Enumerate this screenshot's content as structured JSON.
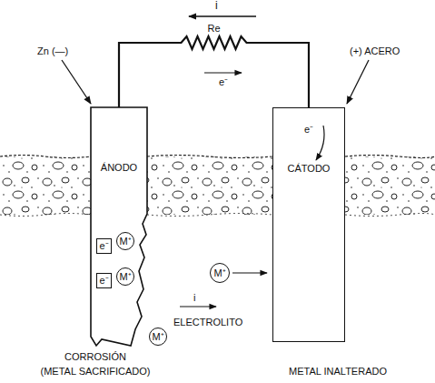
{
  "diagram": {
    "nodes": [
      {
        "text": [
          "ÁNODO"
        ]
      },
      {
        "text": [
          "e⁻"
        ],
        "in": 0
      },
      {
        "text": [
          "M⁺"
        ],
        "in": 0
      },
      {
        "text": [
          "e⁻"
        ],
        "in": 0
      },
      {
        "text": [
          "M⁺"
        ],
        "in": 0
      },
      {
        "text": [
          "M⁺"
        ]
      },
      {
        "text": [
          "M⁺"
        ]
      },
      {
        "text": [
          "CÁTODO"
        ]
      }
    ],
    "edges": [
      {
        "from": 0,
        "to": 7,
        "label": "Re",
        "arrow": "none"
      }
    ],
    "labels": [
      "i",
      "e⁻",
      "Zn (—)",
      "(+) ACERO",
      "i",
      "ELECTROLITO",
      "e⁻",
      "CORROSIÓN",
      "(METAL SACRIFICADO)",
      "METAL INALTERADO"
    ]
  }
}
